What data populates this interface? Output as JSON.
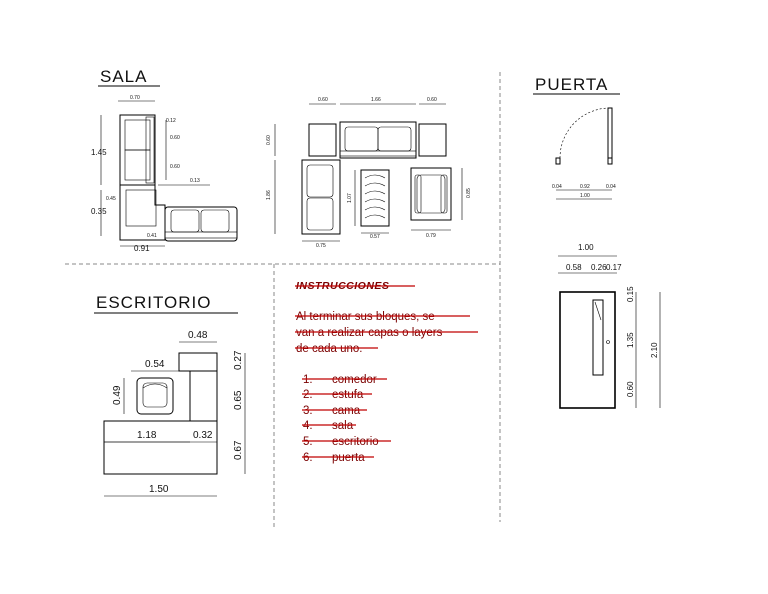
{
  "sections": {
    "sala": "SALA",
    "puerta": "PUERTA",
    "escritorio": "ESCRITORIO"
  },
  "sala_dims": {
    "d070": "0.70",
    "d145": "1.45",
    "d060a": "0.60",
    "d060b": "0.60",
    "d013": "0.13",
    "d012": "0.12",
    "d045": "0.45",
    "d035": "0.35",
    "d041": "0.41",
    "d091": "0.91",
    "top_060a": "0.60",
    "top_166": "1.66",
    "top_060b": "0.60",
    "left_060": "0.60",
    "left_186": "1.86",
    "d107": "1.07",
    "d075": "0.75",
    "d057": "0.57",
    "d079": "0.79",
    "d085": "0.85"
  },
  "puerta_dims": {
    "d004a": "0.04",
    "d092": "0.92",
    "d004b": "0.04",
    "d100a": "1.00",
    "d100b": "1.00",
    "d058": "0.58",
    "d026": "0.26",
    "d017": "0.17",
    "d015": "0.15",
    "d135": "1.35",
    "d060": "0.60",
    "d210": "2.10"
  },
  "escritorio_dims": {
    "d048": "0.48",
    "d054": "0.54",
    "d027": "0.27",
    "d049": "0.49",
    "d065": "0.65",
    "d118": "1.18",
    "d032": "0.32",
    "d067": "0.67",
    "d150": "1.50"
  },
  "instructions": {
    "heading": "INSTRUCCIONES",
    "line1": "Al terminar sus bloques, se",
    "line2": "van a realizar capas o layers",
    "line3": "de cada uno.",
    "items": [
      {
        "num": "1.",
        "text": "comedor"
      },
      {
        "num": "2.",
        "text": "estufa"
      },
      {
        "num": "3.",
        "text": "cama"
      },
      {
        "num": "4.",
        "text": "sala"
      },
      {
        "num": "5.",
        "text": "escritorio"
      },
      {
        "num": "6.",
        "text": "puerta"
      }
    ]
  },
  "colors": {
    "text_red": "#7a0000",
    "strike_red": "#c00000",
    "divider": "#888888"
  }
}
